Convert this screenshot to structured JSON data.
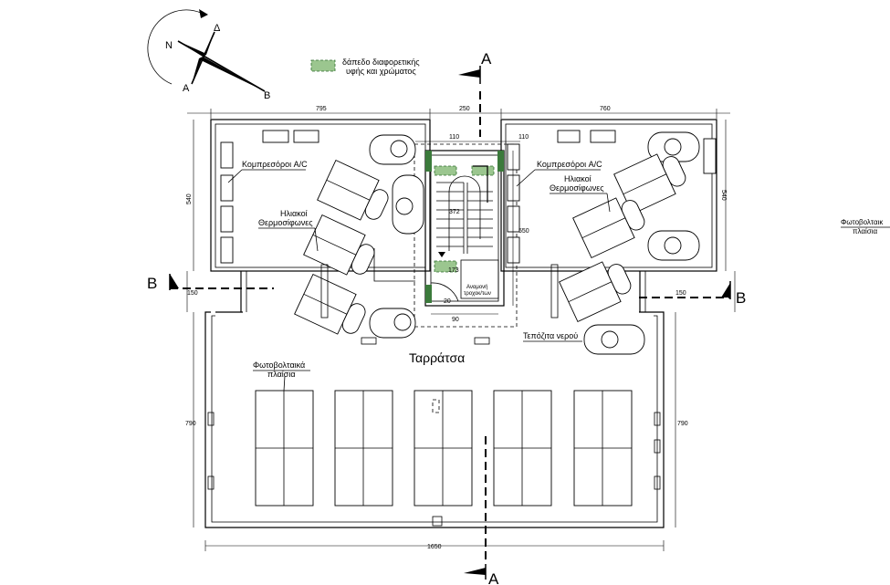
{
  "legend": {
    "label_line1": "δάπεδο διαφορετικής",
    "label_line2": "υφής και χρώματος",
    "swatch_color": "#9bc68f"
  },
  "compass": {
    "n": "N",
    "d": "Δ",
    "a": "A",
    "b": "B"
  },
  "section_marks": {
    "a_top": "A",
    "a_bottom": "A",
    "b_left": "B",
    "b_right": "B"
  },
  "labels": {
    "compressors_left": "Κομπρεσόροι A/C",
    "compressors_right": "Κομπρεσόροι A/C",
    "solar_left_line1": "Ηλιακοί",
    "solar_left_line2": "Θερμοσίφωνες",
    "solar_right_line1": "Ηλιακοί",
    "solar_right_line2": "Θερμοσίφωνες",
    "pv_line1": "Φωτοβολταικά",
    "pv_line2": "πλαίσια",
    "pv_edge_line1": "Φωτοβολταικ",
    "pv_edge_line2": "πλαίσια",
    "terrace": "Ταρράτσα",
    "water_tank": "Τεπόζιτα νερού",
    "elevator_line1": "Αναμονή",
    "elevator_line2": "τροχοκ/των"
  },
  "dimensions": {
    "left_width": "795",
    "stair_width": "250",
    "right_width": "760",
    "inner_left": "110",
    "inner_right": "110",
    "left_height": "540",
    "right_height": "540",
    "stair_550": "550",
    "stair_372": "372",
    "stair_173": "173",
    "stair_20": "20",
    "stair_90": "90",
    "left_150": "150",
    "right_150": "150",
    "left_790": "790",
    "right_790": "790",
    "total_width": "1650"
  },
  "colors": {
    "line": "#000000",
    "green_fill": "#9bc68f",
    "green_dark": "#2e6b2e"
  }
}
